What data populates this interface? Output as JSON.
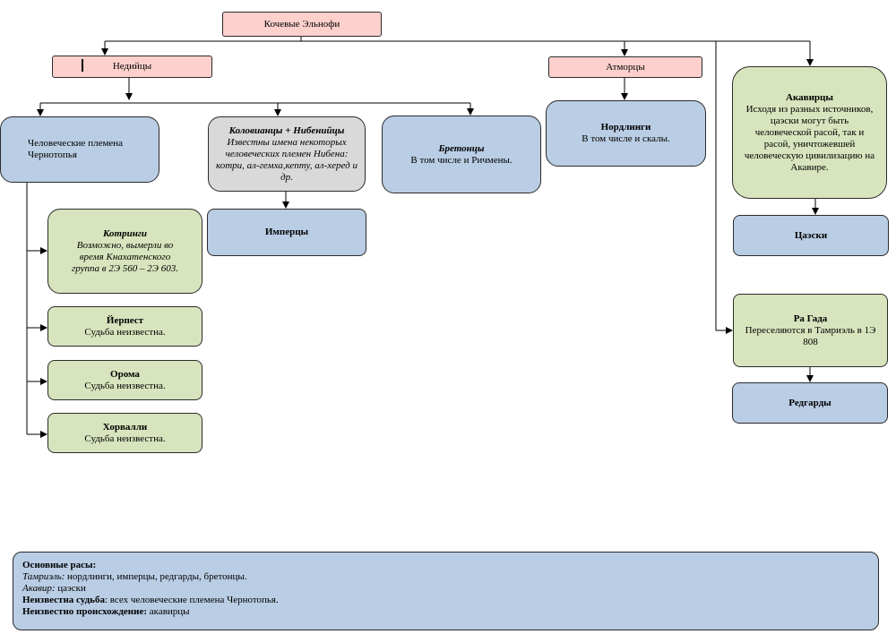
{
  "nodes": {
    "root": {
      "title": "Кочевые Эльнофи"
    },
    "nediytsy": {
      "title": "Недийцы"
    },
    "atmortsy": {
      "title": "Атморцы"
    },
    "chelovecheskie": {
      "text": "Человеческие племена Чернотопья"
    },
    "kolovianci": {
      "title": "Коловианцы + Нибенийцы",
      "text": "Известны имена некоторых человеческих племен Нибена: котри, ал-гемха,кепту, ал-херед и др."
    },
    "bretonci": {
      "title": "Бретонцы",
      "text": "В том числе и Ричмены."
    },
    "nordlingi": {
      "title": "Нордлинги",
      "text": "В том числе и скалы."
    },
    "akavirci": {
      "title": "Акавирцы",
      "text": "Исходя из разных источников, цаэски могут быть человеческой расой, так и расой, уничтожевшей человеческую цивилизацию на Акавире."
    },
    "kotringi": {
      "title": "Котринги",
      "text": "Возможно, вымерли во время Кнахатенского группа в 2Э 560 – 2Э 603."
    },
    "yerpest": {
      "title": "Йерпест",
      "text": "Судьба неизвестна."
    },
    "oroma": {
      "title": "Орома",
      "text": "Судьба неизвестна."
    },
    "horvalli": {
      "title": "Хорвалли",
      "text": "Судьба неизвестна."
    },
    "imperci": {
      "title": "Имперцы"
    },
    "caeski": {
      "title": "Цаэски"
    },
    "ragada": {
      "title": "Ра Гада",
      "text": "Переселяются в Тамриэль в 1Э 808"
    },
    "redgardy": {
      "title": "Редгарды"
    }
  },
  "legend": {
    "heading": "Основные расы:",
    "line1_label": "Тамриэль:",
    "line1_text": " нордлинги, имперцы, редгарды, бретонцы.",
    "line2_label": "Акавир:",
    "line2_text": " цаэски",
    "line3_label": "Неизвестна судьба",
    "line3_text": ": всех человеческие племена Чернотопья.",
    "line4_label": "Неизвестно происхождение:",
    "line4_text": " акавирцы"
  },
  "colors": {
    "pink": "#fdd0cc",
    "blue": "#b9cde4",
    "green": "#d7e4bd",
    "gray": "#d9d9d9"
  }
}
